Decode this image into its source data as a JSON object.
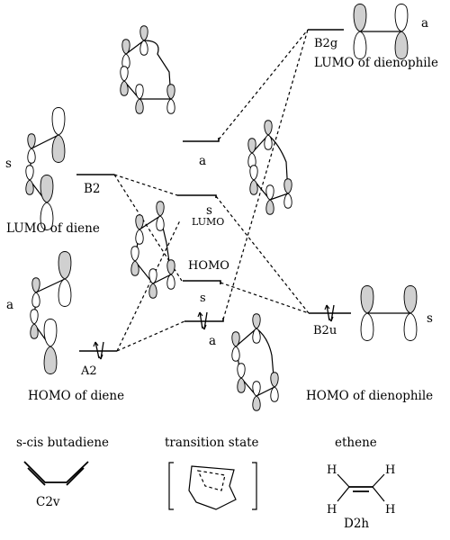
{
  "labels": {
    "b2g": "B2g",
    "lumo_dienophile": "LUMO of dienophile",
    "a_top_right": "a",
    "ts_a_upper": "a",
    "s_diene_lumo": "s",
    "b2": "B2",
    "lumo_diene": "LUMO of diene",
    "ts_s": "s",
    "ts_lumo": "LUMO",
    "ts_homo": "HOMO",
    "a_diene_homo": "a",
    "ts_s_lower": "s",
    "ts_a_lower": "a",
    "b2u": "B2u",
    "s_dienophile_homo": "s",
    "a2": "A2",
    "homo_diene": "HOMO of diene",
    "homo_dienophile": "HOMO of dienophile"
  },
  "structures": {
    "diene_name": "s-cis butadiene",
    "diene_symmetry": "C2v",
    "ts_name": "transition state",
    "ethene_name": "ethene",
    "ethene_symmetry": "D2h",
    "h": "H"
  }
}
